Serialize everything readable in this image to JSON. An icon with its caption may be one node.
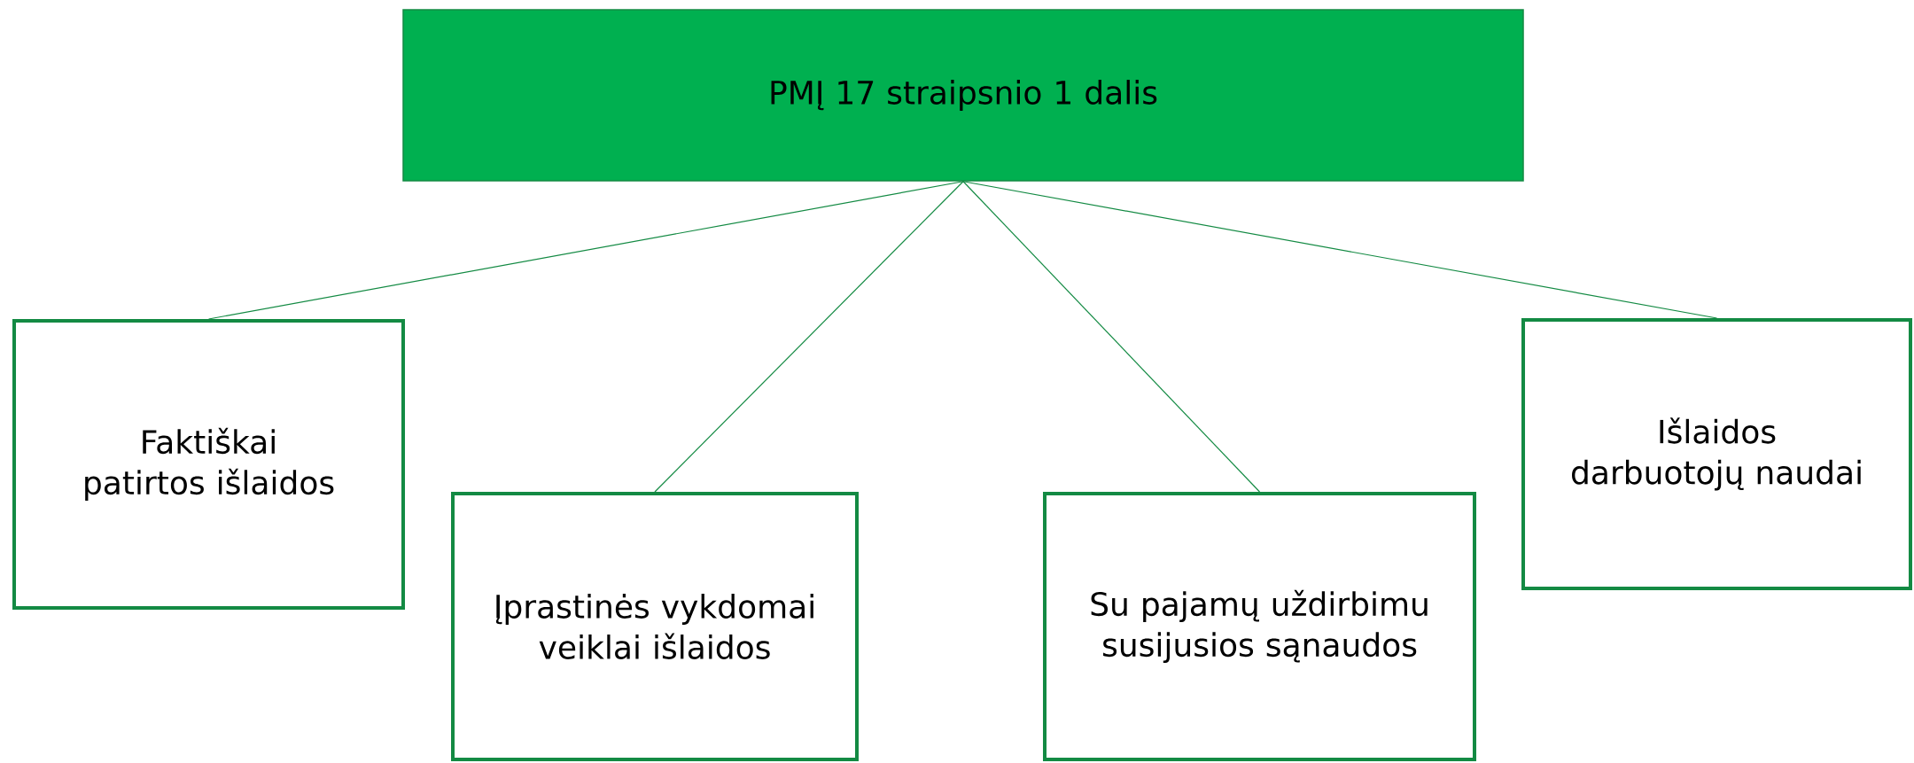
{
  "diagram": {
    "nodes": [
      {
        "text": [
          "PMĮ 17 straipsnio 1 dalis"
        ]
      },
      {
        "text": [
          "Faktiškai patirtos išlaidos"
        ]
      },
      {
        "text": [
          "Įprastinės vykdomai veiklai išlaidos"
        ]
      },
      {
        "text": [
          "Su pajamų uždirbimu susijusios sąnaudos"
        ]
      },
      {
        "text": [
          "Išlaidos darbuotojų naudai"
        ]
      }
    ],
    "edges": [
      {
        "from": 0,
        "to": 1,
        "arrow": "none"
      },
      {
        "from": 0,
        "to": 2,
        "arrow": "none"
      },
      {
        "from": 0,
        "to": 3,
        "arrow": "none"
      },
      {
        "from": 0,
        "to": 4,
        "arrow": "none"
      }
    ]
  }
}
